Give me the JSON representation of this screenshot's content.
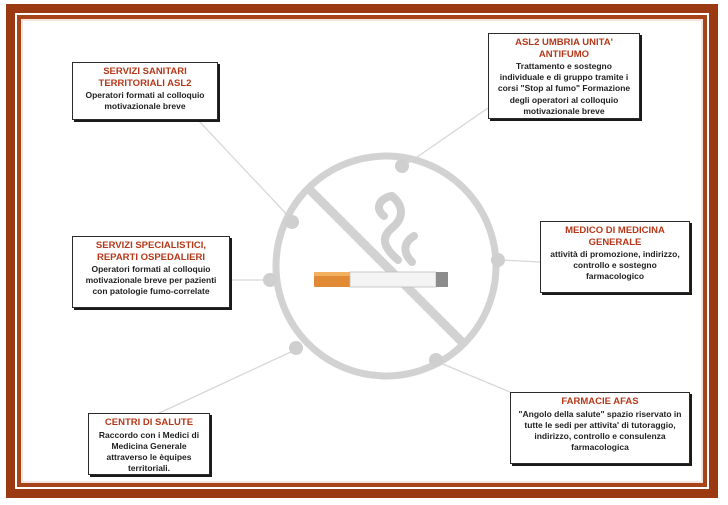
{
  "nodes": {
    "servizi_sanitari": {
      "title": "SERVIZI SANITARI TERRITORIALI ASL2",
      "desc": "Operatori formati al colloquio motivazionale breve"
    },
    "asl2_umbria": {
      "title": "ASL2 UMBRIA UNITA' ANTIFUMO",
      "desc": "Trattamento e sostegno individuale e di gruppo tramite i corsi \"Stop al fumo\" Formazione degli operatori al colloquio motivazionale breve"
    },
    "servizi_specialistici": {
      "title": "SERVIZI SPECIALISTICI, REPARTI OSPEDALIERI",
      "desc": "Operatori formati al colloquio motivazionale breve per pazienti con patologie fumo-correlate"
    },
    "medico_generale": {
      "title": "MEDICO DI MEDICINA GENERALE",
      "desc": "attività di promozione, indirizzo, controllo e sostegno farmacologico"
    },
    "centri_salute": {
      "title": "CENTRI DI SALUTE",
      "desc": "Raccordo con i Medici di Medicina Generale attraverso le èquipes territoriali."
    },
    "farmacie_afas": {
      "title": "FARMACIE AFAS",
      "desc": "\"Angolo della salute\" spazio riservato in tutte le sedi per attivita' di tutoraggio, indirizzo, controllo e consulenza farmacologica"
    }
  },
  "colors": {
    "frame": "#9b3a12",
    "title_text": "#b6381a",
    "emblem": "#d4d4d4"
  },
  "icons": {
    "center": "no-smoking-sign-icon",
    "cigarette": "cigarette-icon",
    "smoke": "smoke-icon"
  }
}
